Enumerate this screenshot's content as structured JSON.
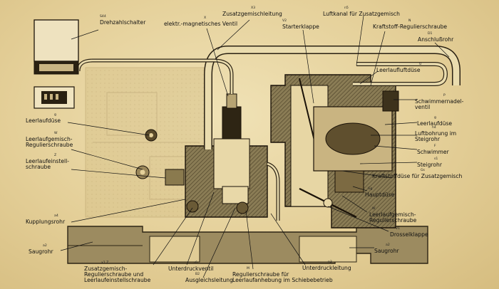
{
  "labels": {
    "drehzahlschalter": {
      "code": "S44",
      "text": "Drehzahlschalter"
    },
    "ventil": {
      "code": "X",
      "text": "elektr.-magnetisches Ventil"
    },
    "zusatzgemischleitung": {
      "code": "X3",
      "text": "Zusatzgemischleitung"
    },
    "starterklappe": {
      "code": "V2",
      "text": "Starterklappe"
    },
    "luftkanal": {
      "code": "n5",
      "text": "Luftkanal für Zusatzgemisch"
    },
    "kraftstoff_regulierschraube": {
      "code": "N",
      "text": "Kraftstoff-Regulierschraube"
    },
    "anschlussrohr": {
      "code": "D1",
      "text": "Anschlußrohr"
    },
    "leerlaufluftduese": {
      "code": "U",
      "text": "Leerlaufluftdüse"
    },
    "schwimmernadelventil": {
      "code": "P",
      "line1": "Schwimmernadel-",
      "line2": "ventil"
    },
    "leerlaufduese_right": {
      "code": "g",
      "text": "Leerlaufdüse"
    },
    "luftbohrung": {
      "code": "h4",
      "line1": "Luftbohrung im",
      "line2": "Steigrohr"
    },
    "schwimmer": {
      "code": "F",
      "text": "Schwimmer"
    },
    "steigrohr": {
      "code": "s1",
      "text": "Steigrohr"
    },
    "kraftstoffduese": {
      "code": "Gs",
      "text": "Kraftstoffdüse für Zusatzgemisch"
    },
    "hauptduese": {
      "code": "Gg",
      "text": "Hauptdüse"
    },
    "leerlaufgemisch_right": {
      "code": "W",
      "line1": "Leerlaufgemisch-",
      "line2": "Regulierschraube"
    },
    "drosselklappe": {
      "code": "V1",
      "text": "Drosselklappe"
    },
    "saugrohr_right": {
      "code": "a2",
      "text": "Saugrohr"
    },
    "leerlaufduese_left": {
      "code": "g",
      "text": "Leerlaufdüse"
    },
    "leerlaufgemisch_left": {
      "code": "W",
      "line1": "Leerlaufgemisch-",
      "line2": "Regulierschraube"
    },
    "leerlaufeinstellschraube": {
      "code": "Z",
      "line1": "Leerlaufeinstell-",
      "line2": "schraube"
    },
    "kupplungsrohr": {
      "code": "a4",
      "text": "Kupplungsrohr"
    },
    "saugrohr_left": {
      "code": "a2",
      "text": "Saugrohr"
    },
    "zusatzgemisch_regulierschraube": {
      "code": "x1   Z",
      "line1": "Zusatzgemisch-",
      "line2": "Regulierschraube und",
      "line3": "Leerlaufeinstellschraube"
    },
    "unterdruckventil": {
      "code": "r6",
      "text": "Unterdruckventil"
    },
    "ausgleichsleitung": {
      "code": "B2",
      "text": "Ausgleichsleitung"
    },
    "regulierschraube_leerlaufanhebung": {
      "code": "M",
      "line1": "Regulierschraube für",
      "line2": "Leerlaufanhebung im Schiebebetrieb"
    },
    "unterdruckleitung": {
      "code": "n3",
      "text": "Unterdruckleitung"
    }
  },
  "colors": {
    "paper": "#e6d4a2",
    "ink": "#111111",
    "body": "#7a6d4a",
    "pipe": "#eadcae"
  }
}
